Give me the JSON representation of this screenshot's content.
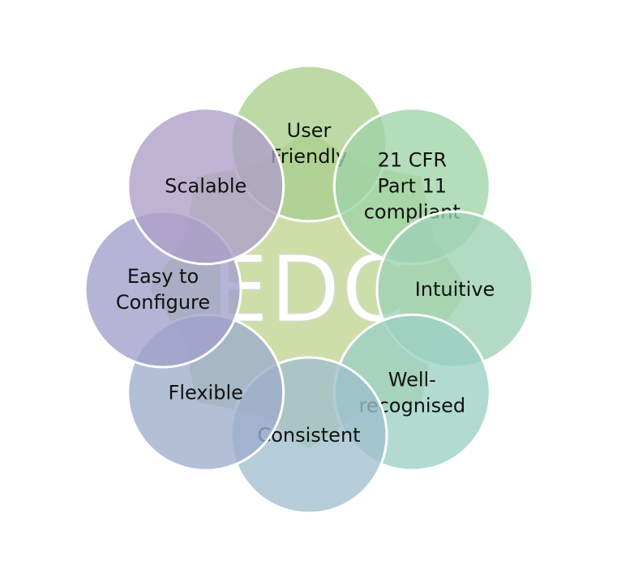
{
  "center": {
    "label": "EDC",
    "color": "#c5d89a"
  },
  "nodes": [
    {
      "id": "user-friendly",
      "lines": [
        "User",
        "Friendly"
      ],
      "color": "#a8d08d"
    },
    {
      "id": "21-cfr-part-11-compliant",
      "lines": [
        "21 CFR",
        "Part 11",
        "compliant"
      ],
      "color": "#9fd3a6"
    },
    {
      "id": "intuitive",
      "lines": [
        "Intuitive"
      ],
      "color": "#9dd1b4"
    },
    {
      "id": "well-recognised",
      "lines": [
        "Well-",
        "recognised"
      ],
      "color": "#9bcfc4"
    },
    {
      "id": "consistent",
      "lines": [
        "Consistent"
      ],
      "color": "#9fbfcd"
    },
    {
      "id": "flexible",
      "lines": [
        "Flexible"
      ],
      "color": "#9daccc"
    },
    {
      "id": "easy-to-configure",
      "lines": [
        "Easy to",
        "Configure"
      ],
      "color": "#a09fca"
    },
    {
      "id": "scalable",
      "lines": [
        "Scalable"
      ],
      "color": "#ad9dc8"
    }
  ]
}
